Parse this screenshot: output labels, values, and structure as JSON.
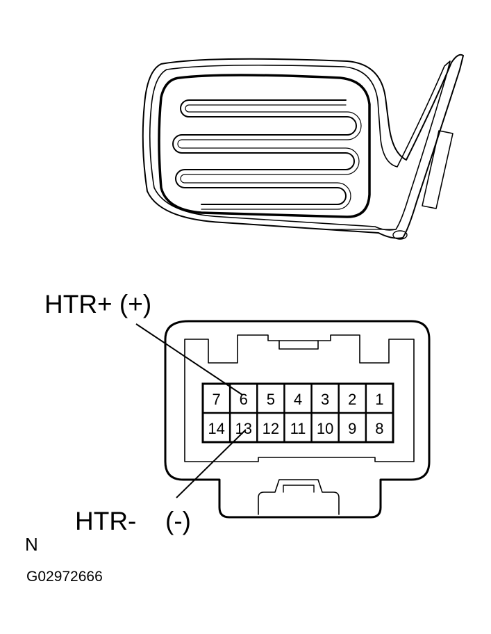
{
  "labels": {
    "htr_plus": "HTR+ (+)",
    "htr_minus": "HTR-",
    "htr_minus_sign": "(-)",
    "orientation": "N",
    "figure_code": "G02972666"
  },
  "connector": {
    "top_row": [
      "7",
      "6",
      "5",
      "4",
      "3",
      "2",
      "1"
    ],
    "bottom_row": [
      "14",
      "13",
      "12",
      "11",
      "10",
      "9",
      "8"
    ]
  }
}
